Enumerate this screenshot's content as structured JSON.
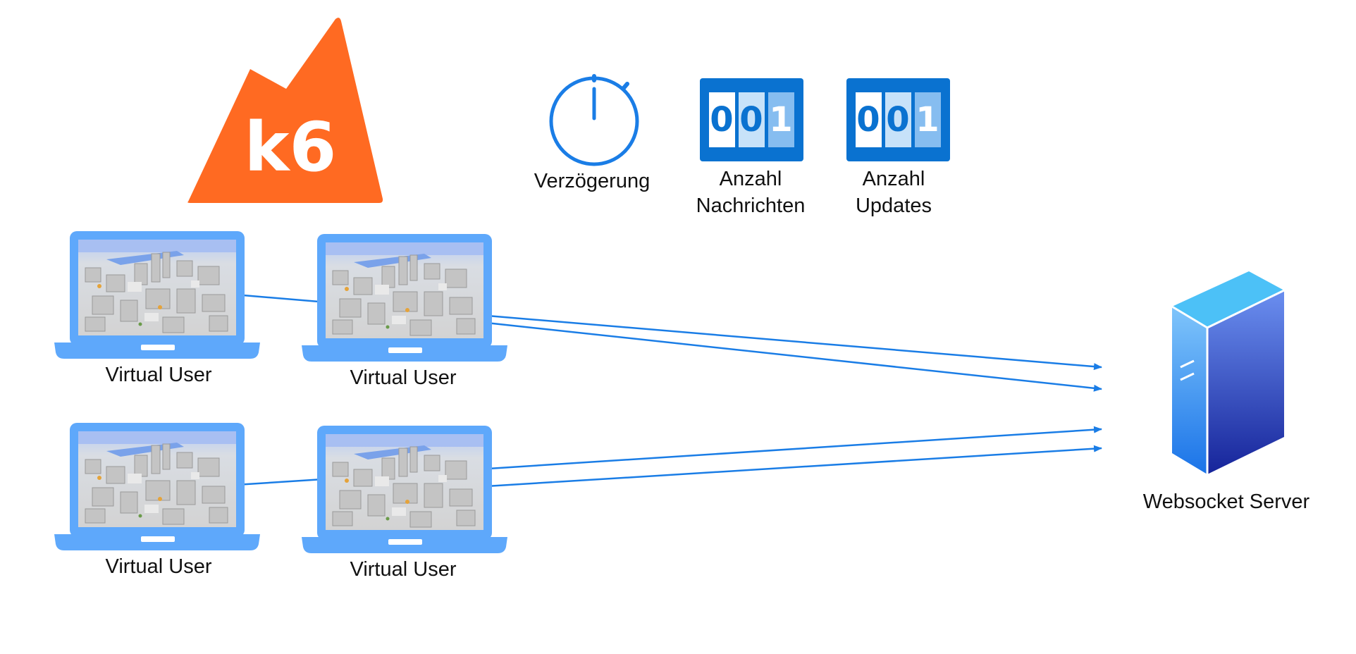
{
  "logo": {
    "text": "k6",
    "color": "#ff6a22"
  },
  "metrics": {
    "delay": {
      "label": "Verzögerung",
      "icon": "stopwatch-icon"
    },
    "messages": {
      "label_line1": "Anzahl",
      "label_line2": "Nachrichten",
      "digits": [
        "0",
        "0",
        "1"
      ],
      "icon": "counter-icon"
    },
    "updates": {
      "label_line1": "Anzahl",
      "label_line2": "Updates",
      "digits": [
        "0",
        "0",
        "1"
      ],
      "icon": "counter-icon"
    }
  },
  "virtual_users": [
    {
      "label": "Virtual User"
    },
    {
      "label": "Virtual User"
    },
    {
      "label": "Virtual User"
    },
    {
      "label": "Virtual User"
    }
  ],
  "server": {
    "label": "Websocket Server",
    "icon": "server-icon"
  },
  "colors": {
    "accent": "#1a7de6",
    "laptop": "#5ea8fb",
    "counter_bg": "#0a72d0",
    "server_top": "#4cc1f7",
    "server_dark": "#1a2fa0"
  }
}
